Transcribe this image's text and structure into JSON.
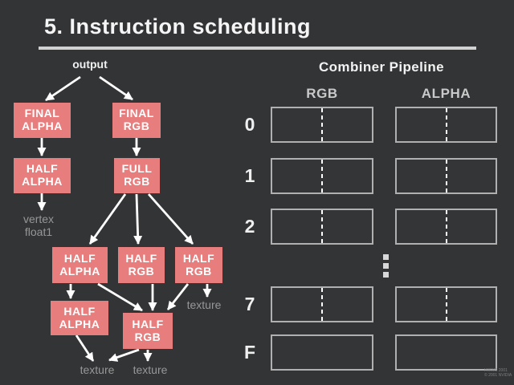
{
  "slide": {
    "title": "5. Instruction scheduling"
  },
  "diagram": {
    "output_label": "output",
    "nodes": {
      "final_alpha": "FINAL\nALPHA",
      "final_rgb": "FINAL\nRGB",
      "half_alpha_1": "HALF\nALPHA",
      "full_rgb": "FULL\nRGB",
      "half_alpha_2": "HALF\nALPHA",
      "half_rgb_mid": "HALF\nRGB",
      "half_rgb_right": "HALF\nRGB",
      "half_alpha_3": "HALF\nALPHA",
      "half_rgb_bottom": "HALF\nRGB"
    },
    "annotations": {
      "vertex_float1": "vertex\nfloat1",
      "texture_right": "texture",
      "texture_bottom_left": "texture",
      "texture_bottom_right": "texture"
    }
  },
  "pipeline": {
    "title": "Combiner Pipeline",
    "columns": [
      "RGB",
      "ALPHA"
    ],
    "rows": [
      {
        "label": "0",
        "has_divider": true
      },
      {
        "label": "1",
        "has_divider": true
      },
      {
        "label": "2",
        "has_divider": true
      },
      {
        "label": "7",
        "has_divider": true
      },
      {
        "label": "F",
        "has_divider": false
      }
    ],
    "ellipsis": "⋮"
  },
  "watermark": {
    "line1": "HWWS 2001",
    "line2": "© 2001 NVIDIA"
  },
  "colors": {
    "background": "#333436",
    "node_fill": "#e87d7d",
    "arrow": "#ffffff",
    "gray_text": "#979797",
    "box_border": "#b0b0b0",
    "rule": "#d2d2d2"
  }
}
